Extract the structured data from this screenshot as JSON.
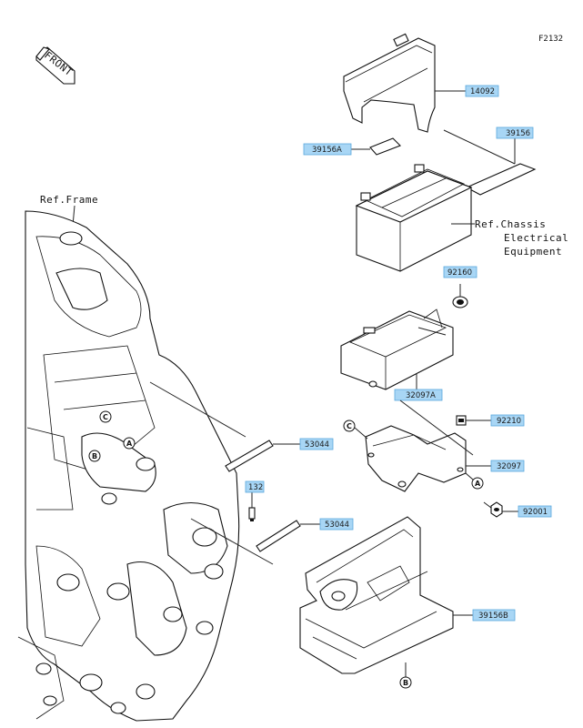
{
  "figure_id": "F2132",
  "front_label": "FRONT",
  "references": {
    "frame": "Ref.Frame",
    "chassis_line1": "Ref.Chassis",
    "chassis_line2": "Electrical",
    "chassis_line3": "Equipment"
  },
  "callouts": {
    "cover": "14092",
    "pad_left": "39156A",
    "pad_right": "39156",
    "damper": "92160",
    "battery_case": "32097A",
    "nut": "92210",
    "bracket": "32097",
    "bolt_right": "92001",
    "rod_upper": "53044",
    "bolt_small": "132",
    "rod_lower": "53044",
    "bottom_cover": "39156B"
  },
  "markers": {
    "a": "A",
    "b": "B",
    "c": "C"
  },
  "colors": {
    "callout_fill": "#a8d6f5",
    "callout_border": "#5aa7dc",
    "line": "#222222"
  }
}
